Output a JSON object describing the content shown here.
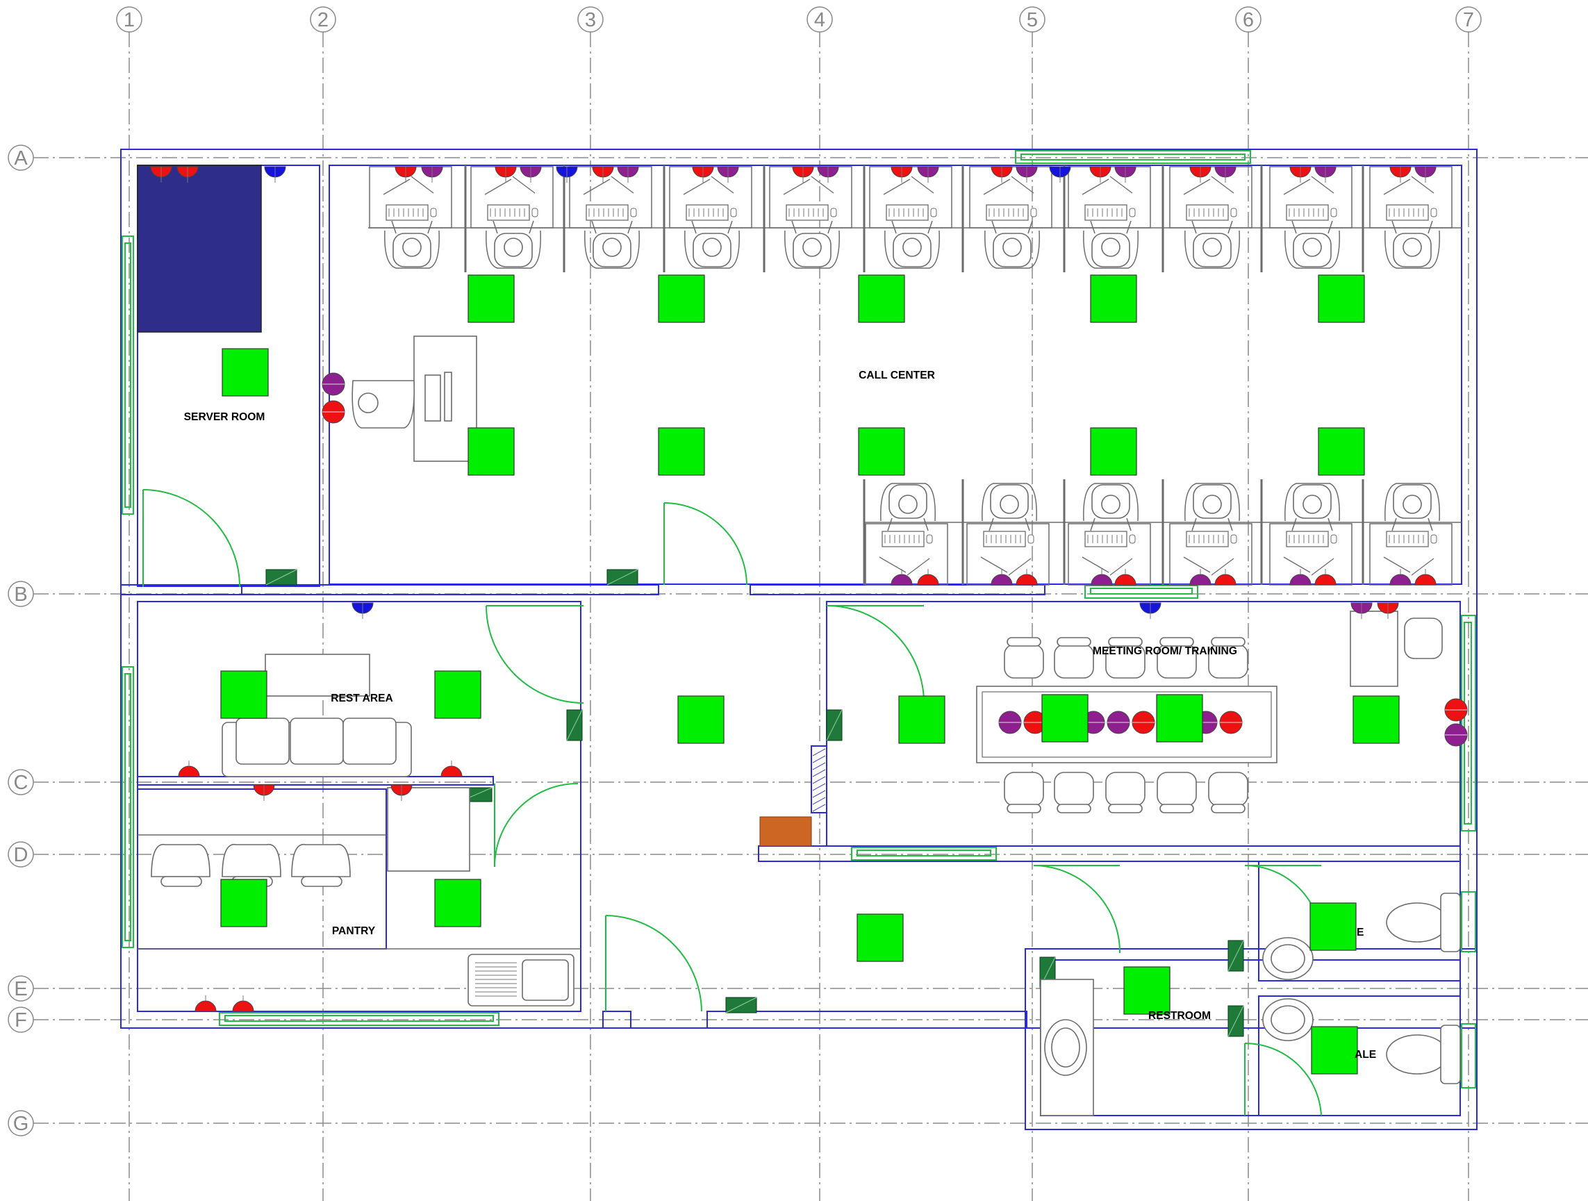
{
  "grid": {
    "columns": [
      "1",
      "2",
      "3",
      "4",
      "5",
      "6",
      "7"
    ],
    "rows": [
      "A",
      "B",
      "C",
      "D",
      "E",
      "F",
      "G"
    ]
  },
  "rooms": {
    "server_room": "SERVER ROOM",
    "call_center": "CALL CENTER",
    "rest_area": "REST AREA",
    "meeting_room": "MEETING ROOM/ TRAINING",
    "pantry": "PANTRY",
    "restroom": "RESTROOM",
    "male_partial": "E",
    "female_partial": "ALE"
  },
  "colors": {
    "wall": "#2a2ae0",
    "opening": "#22bb44",
    "ceiling_light": "#00ee00",
    "server_rack": "#2e2e8a",
    "outlet_red": "#ee1111",
    "outlet_purple": "#8e1f8e",
    "outlet_blue": "#1414dd",
    "panel_dark_green": "#1f7a3a",
    "cabinet_orange": "#cc6622"
  }
}
